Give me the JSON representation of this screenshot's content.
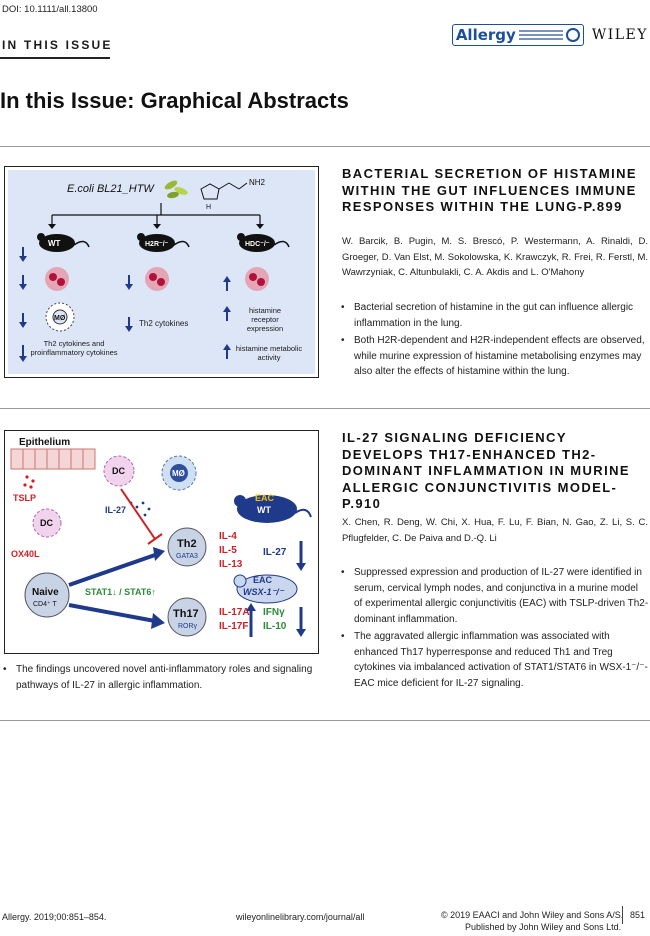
{
  "header": {
    "doi": "DOI: 10.1111/all.13800",
    "section_label": "IN THIS ISSUE",
    "journal_logo_text": "Allergy",
    "publisher_logo_text": "WILEY"
  },
  "page_title": "In this Issue: Graphical Abstracts",
  "articles": [
    {
      "title": "BACTERIAL SECRETION OF HISTAMINE WITHIN THE GUT INFLUENCES IMMUNE RESPONSES WITHIN THE LUNG-P.899",
      "authors": "W. Barcik, B. Pugin, M. S. Brescó, P. Westermann, A. Rinaldi, D. Groeger, D. Van Elst, M. Sokolowska, K. Krawczyk, R. Frei, R. Ferstl, M. Wawrzyniak, C. Altunbulakli, C. A. Akdis and L. O'Mahony",
      "bullets": [
        "Bacterial secretion of histamine in the gut can influence allergic inflammation in the lung.",
        "Both H2R-dependent and H2R-independent effects are observed, while murine expression of histamine metabolising enzymes may also alter the effects of histamine within the lung."
      ],
      "figure": {
        "strain": "E.coli BL21_HTW",
        "nh2": "NH2",
        "h_label": "H",
        "groups": [
          "WT",
          "H2R⁻/⁻",
          "HDC⁻/⁻"
        ],
        "mo_label": "MØ",
        "wt_text": "Th2 cytokines and proinflammatory cytokines",
        "h2r_text": "Th2 cytokines",
        "hdc_text1": "histamine receptor expression",
        "hdc_text2": "histamine metabolic activity"
      }
    },
    {
      "title": "IL-27 SIGNALING DEFICIENCY DEVELOPS TH17-ENHANCED TH2-DOMINANT INFLAMMATION IN MURINE ALLERGIC CONJUNCTIVITIS MODEL-P.910",
      "authors": "X. Chen, R. Deng, W. Chi, X. Hua, F. Lu, F. Bian, N. Gao, Z. Li, S. C. Pflugfelder, C. De Paiva and D.-Q. Li",
      "left_bullets": [
        "The findings uncovered novel anti-inflammatory roles and signaling pathways of IL-27 in allergic inflammation."
      ],
      "bullets": [
        "Suppressed expression and production of IL-27 were identified in serum, cervical lymph nodes, and conjunctiva in a murine model of experimental allergic conjunctivitis (EAC) with TSLP-driven Th2-dominant inflammation.",
        "The aggravated allergic inflammation was associated with enhanced Th17 hyperresponse and reduced Th1 and Treg cytokines via imbalanced activation of STAT1/STAT6 in WSX-1⁻/⁻-EAC mice deficient for IL-27 signaling."
      ],
      "figure": {
        "epithelium": "Epithelium",
        "tslp": "TSLP",
        "dc": "DC",
        "mo": "MØ",
        "il27": "IL-27",
        "ox40l": "OX40L",
        "naive": "Naive",
        "cd4": "CD4⁺ T",
        "stat": "STAT1↓ / STAT6↑",
        "th2": "Th2",
        "gata3": "GATA3",
        "th17": "Th17",
        "rorg": "RORγ",
        "eac": "EAC",
        "wt": "WT",
        "wsx": "WSX-1⁻/⁻",
        "il4": "IL-4",
        "il5": "IL-5",
        "il13": "IL-13",
        "il17a": "IL-17A",
        "il17f": "IL-17F",
        "ifng": "IFNγ",
        "il10": "IL-10"
      }
    }
  ],
  "footer": {
    "left": "Allergy. 2019;00:851–854.",
    "center": "wileyonlinelibrary.com/journal/all",
    "right1": "© 2019 EAACI and John Wiley and Sons A/S.",
    "right2": "Published by John Wiley and Sons Ltd.",
    "page_number": "851"
  },
  "colors": {
    "allergy_blue": "#1b4f9c",
    "figure_navy": "#1f3a8a",
    "red": "#d21f26"
  }
}
